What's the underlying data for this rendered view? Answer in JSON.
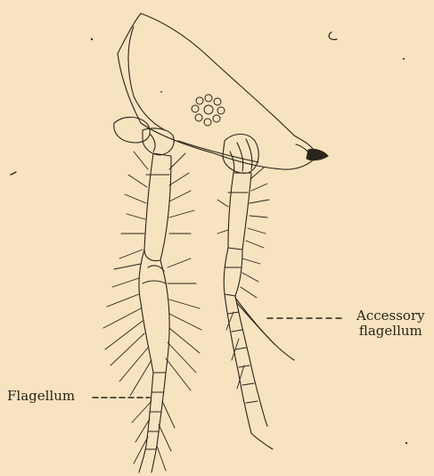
{
  "labels": {
    "accessory_line1": "Accessory",
    "accessory_line2": "flagellum",
    "flagellum": "Flagellum"
  },
  "colors": {
    "background": "#f7e3bf",
    "ink": "#2a241b"
  }
}
